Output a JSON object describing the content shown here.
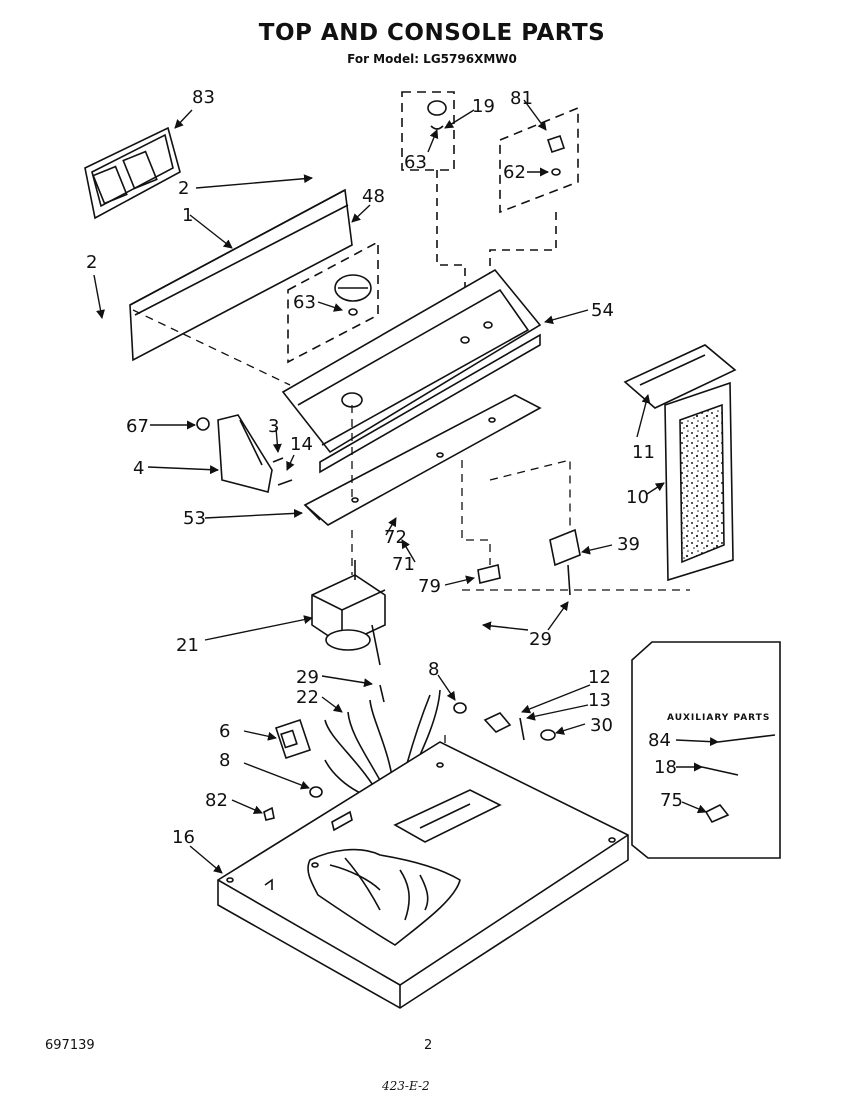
{
  "header": {
    "title": "TOP AND CONSOLE PARTS",
    "subtitle": "For Model: LG5796XMW0"
  },
  "callouts": [
    "83",
    "2",
    "1",
    "2",
    "48",
    "63",
    "19",
    "81",
    "63",
    "62",
    "54",
    "67",
    "3",
    "14",
    "4",
    "53",
    "72",
    "71",
    "79",
    "39",
    "11",
    "10",
    "21",
    "29",
    "29",
    "8",
    "12",
    "22",
    "13",
    "6",
    "30",
    "8",
    "82",
    "16"
  ],
  "auxiliary": {
    "title": "AUXILIARY PARTS",
    "items": [
      "84",
      "18",
      "75"
    ]
  },
  "footer": {
    "doc_number": "697139",
    "page_number": "2",
    "handwritten": "423-E-2"
  }
}
